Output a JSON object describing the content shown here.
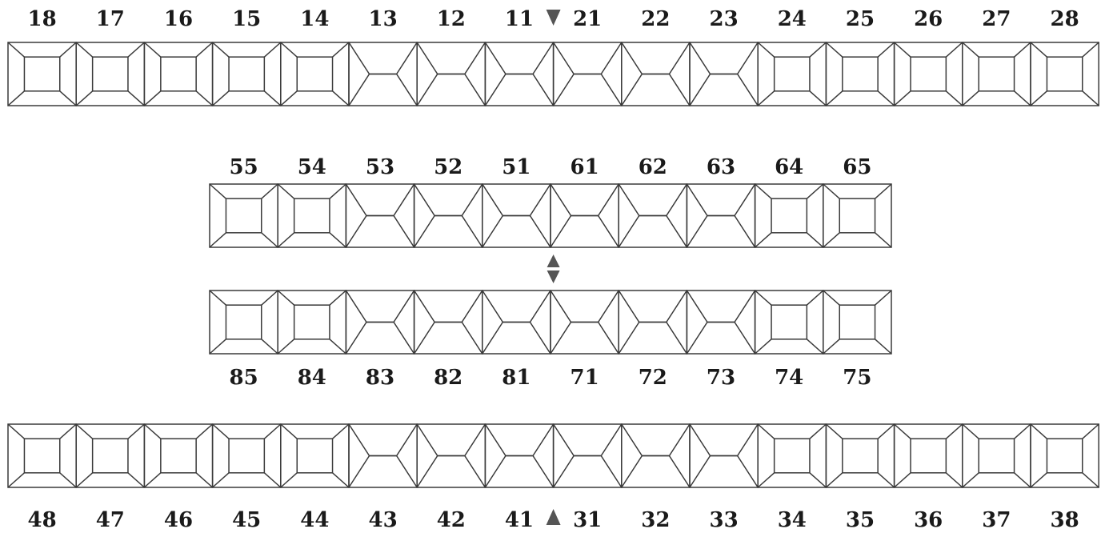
{
  "arches": {
    "upper_permanent": {
      "right_side": [
        "18",
        "17",
        "16",
        "15",
        "14",
        "13",
        "12",
        "11"
      ],
      "left_side": [
        "21",
        "22",
        "23",
        "24",
        "25",
        "26",
        "27",
        "28"
      ]
    },
    "upper_primary": {
      "right_side": [
        "55",
        "54",
        "53",
        "52",
        "51"
      ],
      "left_side": [
        "61",
        "62",
        "63",
        "64",
        "65"
      ]
    },
    "lower_primary": {
      "right_side": [
        "85",
        "84",
        "83",
        "82",
        "81"
      ],
      "left_side": [
        "71",
        "72",
        "73",
        "74",
        "75"
      ]
    },
    "lower_permanent": {
      "right_side": [
        "48",
        "47",
        "46",
        "45",
        "44",
        "43",
        "42",
        "41"
      ],
      "left_side": [
        "31",
        "32",
        "33",
        "34",
        "35",
        "36",
        "37",
        "38"
      ]
    }
  },
  "colors": {
    "line": "#3a3a3a",
    "text": "#1a1a1a",
    "marker": "#555555"
  }
}
